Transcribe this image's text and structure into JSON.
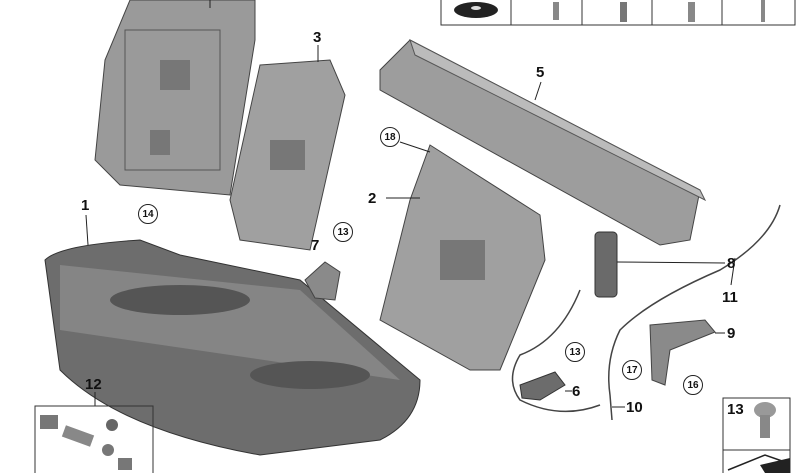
{
  "diagram": {
    "labels": {
      "l1": "1",
      "l2": "2",
      "l3": "3",
      "l5": "5",
      "l6": "6",
      "l7": "7",
      "l8": "8",
      "l9": "9",
      "l10": "10",
      "l11": "11",
      "l12": "12",
      "l13box": "13"
    },
    "circled": {
      "c14": "14",
      "c13a": "13",
      "c18": "18",
      "c13b": "13",
      "c17": "17",
      "c16": "16"
    }
  },
  "colors": {
    "part": "#8a8a8a",
    "part_dark": "#5e5e5e",
    "line": "#222222"
  }
}
